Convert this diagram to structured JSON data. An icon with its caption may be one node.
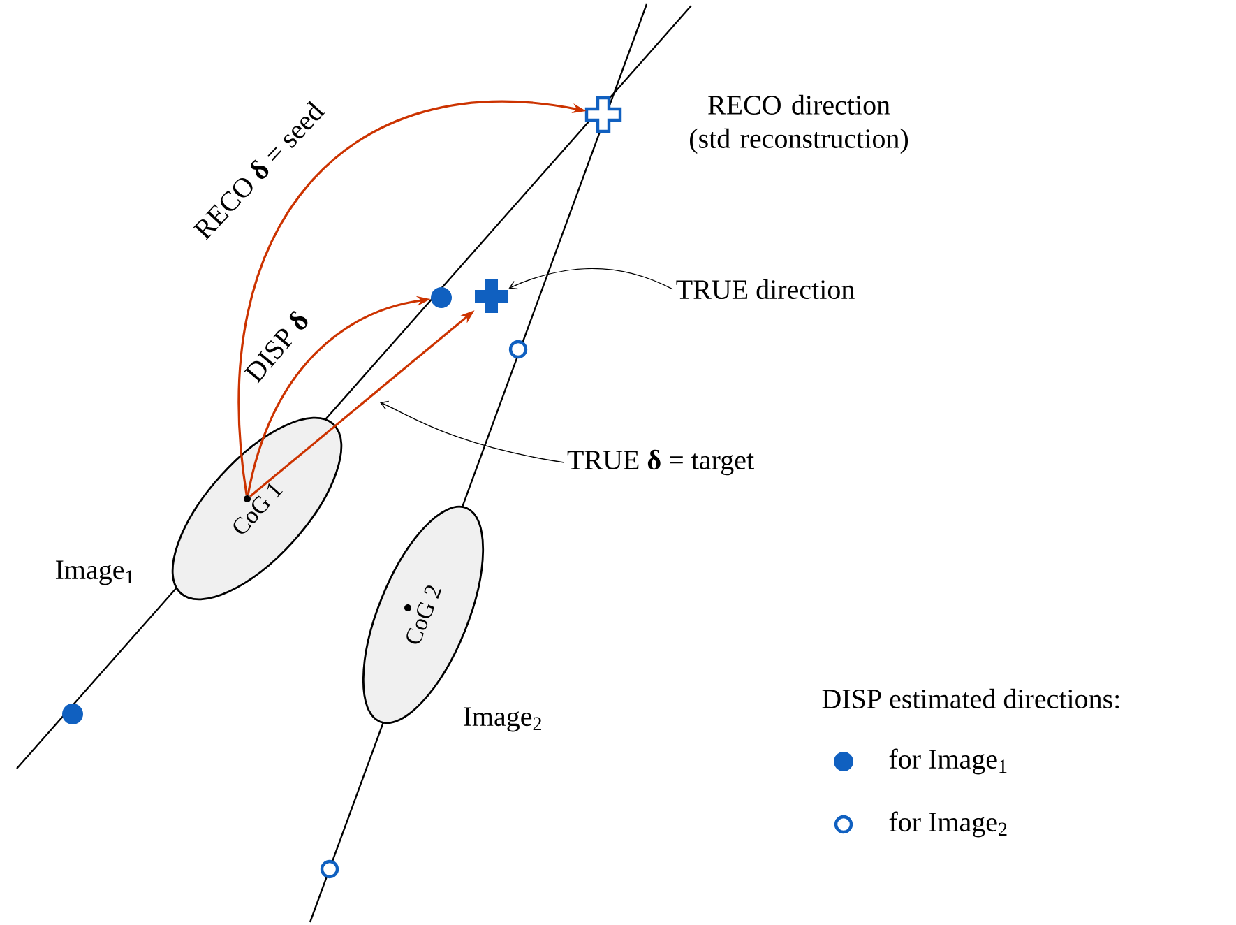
{
  "diagram": {
    "nodes": [
      {
        "text": [
          "CoG 1"
        ],
        "beside": [
          "Image$_{1}$"
        ]
      },
      {
        "text": [
          "CoG 2"
        ],
        "beside": [
          "Image$_{2}$"
        ]
      },
      {
        "text": [],
        "shape": "circle",
        "in": 0
      },
      {
        "text": [],
        "shape": "cross",
        "beside": [
          "RECO direction (std reconstruction)"
        ]
      },
      {
        "text": [],
        "shape": "circle"
      },
      {
        "text": [],
        "shape": "cross"
      },
      {
        "text": [],
        "shape": "circle"
      },
      {
        "text": [],
        "shape": "circle"
      },
      {
        "text": [],
        "shape": "circle"
      },
      {
        "text": [
          "TRUE direction"
        ]
      },
      {
        "text": [
          "TRUE **δ** = target"
        ]
      }
    ],
    "edges": [
      {
        "from": 2,
        "to": 3,
        "arrow": "to",
        "label": "RECO **δ** = seed"
      },
      {
        "from": 2,
        "to": 4,
        "arrow": "to",
        "label": "DISP **δ**"
      },
      {
        "from": 2,
        "to": 5,
        "arrow": "to"
      },
      {
        "from": 9,
        "to": 5,
        "arrow": "to",
        "color": "#000000"
      },
      {
        "from": 10,
        "to": null,
        "arrow": "to",
        "color": "#000000"
      }
    ],
    "labels": [
      "DISP estimated directions:"
    ],
    "legend": [
      {
        "text": "for Image$_{1}$"
      },
      {
        "text": "for Image$_{2}$"
      }
    ]
  }
}
